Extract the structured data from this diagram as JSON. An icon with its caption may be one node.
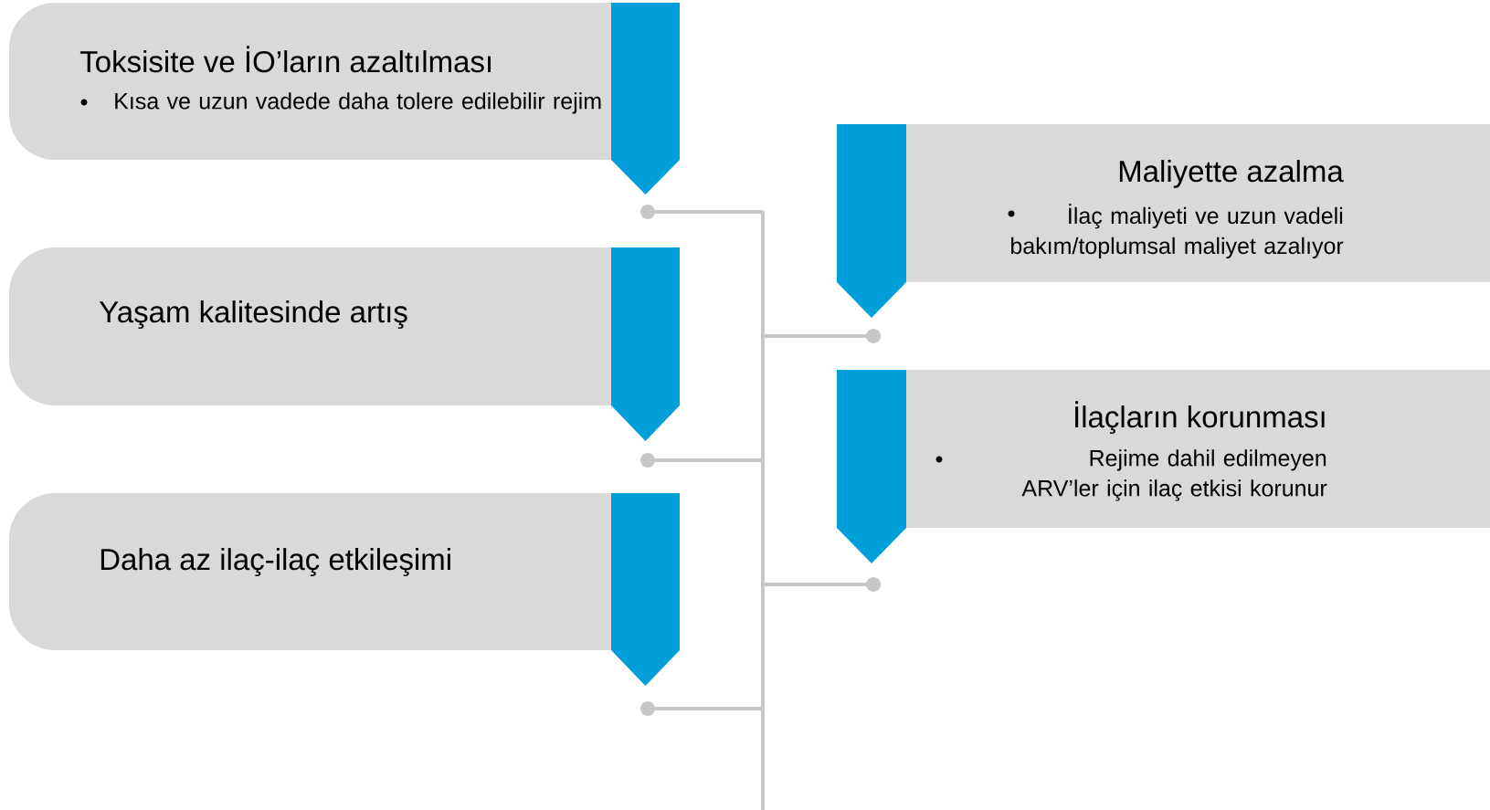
{
  "diagram": {
    "nodes": [
      {
        "text": [
          "Toksisite ve İO’ların azaltılması",
          "Kısa ve uzun vadede daha tolere edilebilir rejim"
        ]
      },
      {
        "text": [
          "Yaşam kalitesinde artış"
        ]
      },
      {
        "text": [
          "Daha az ilaç-ilaç etkileşimi"
        ]
      },
      {
        "text": [
          "Maliyette azalma",
          "İlaç maliyeti ve uzun vadeli bakım/toplumsal maliyet azalıyor"
        ]
      },
      {
        "text": [
          "İlaçların korunması",
          "Rejime dahil edilmeyen ARV’ler için ilaç etkisi korunur"
        ]
      }
    ]
  }
}
